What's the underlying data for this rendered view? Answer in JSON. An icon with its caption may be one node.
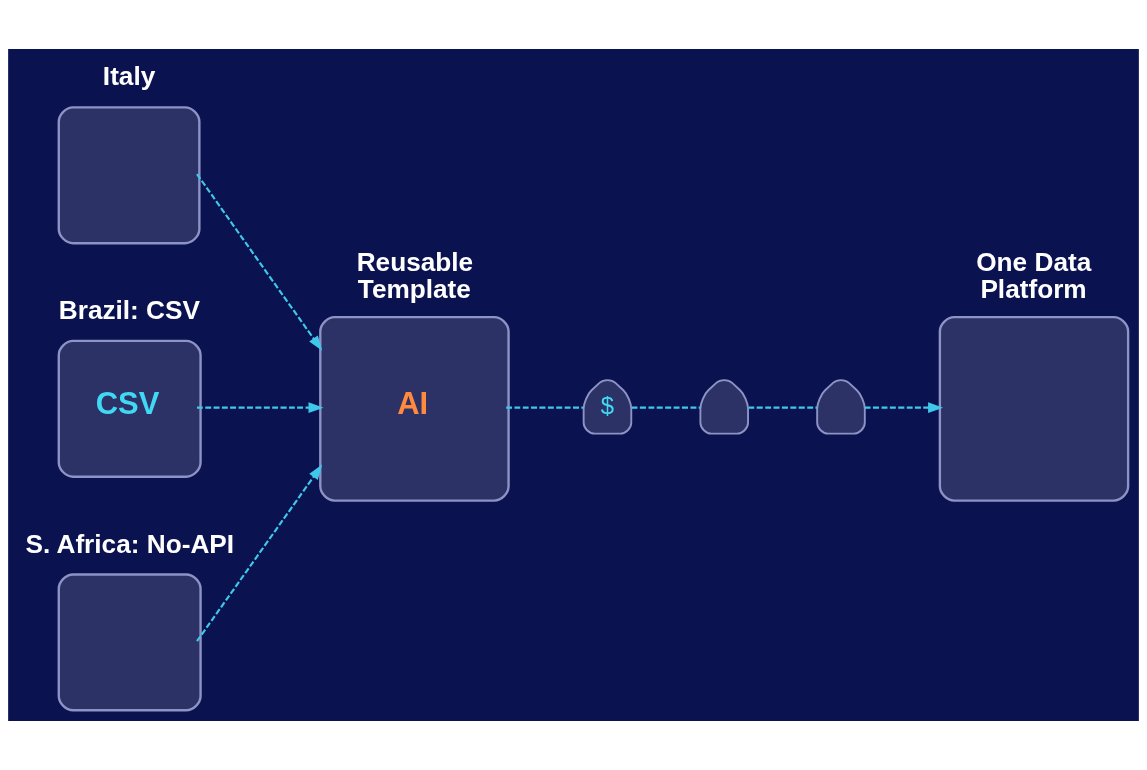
{
  "diagram": {
    "nodes": [
      {
        "text": [
          "Italy"
        ]
      },
      {
        "text": [
          "Brazil: CSV",
          "CSV"
        ]
      },
      {
        "text": [
          "S. Africa: No-API"
        ]
      },
      {
        "text": [
          "Reusable Template",
          "AI"
        ]
      },
      {
        "text": [
          "$"
        ]
      },
      {
        "text": [],
        "shape": "tag"
      },
      {
        "text": [],
        "shape": "tag"
      },
      {
        "text": [
          "One Data Platform"
        ]
      }
    ],
    "edges": [
      {
        "from": 0,
        "to": 3,
        "arrow": "to",
        "style": "dashed"
      },
      {
        "from": 1,
        "to": 3,
        "arrow": "to",
        "style": "dashed"
      },
      {
        "from": 2,
        "to": 3,
        "arrow": "to",
        "style": "dashed"
      },
      {
        "from": 3,
        "to": 4,
        "arrow": "none",
        "style": "dashed"
      },
      {
        "from": 4,
        "to": 5,
        "arrow": "none",
        "style": "dashed"
      },
      {
        "from": 5,
        "to": 6,
        "arrow": "none",
        "style": "dashed"
      },
      {
        "from": 6,
        "to": 7,
        "arrow": "to",
        "style": "dashed"
      }
    ]
  }
}
